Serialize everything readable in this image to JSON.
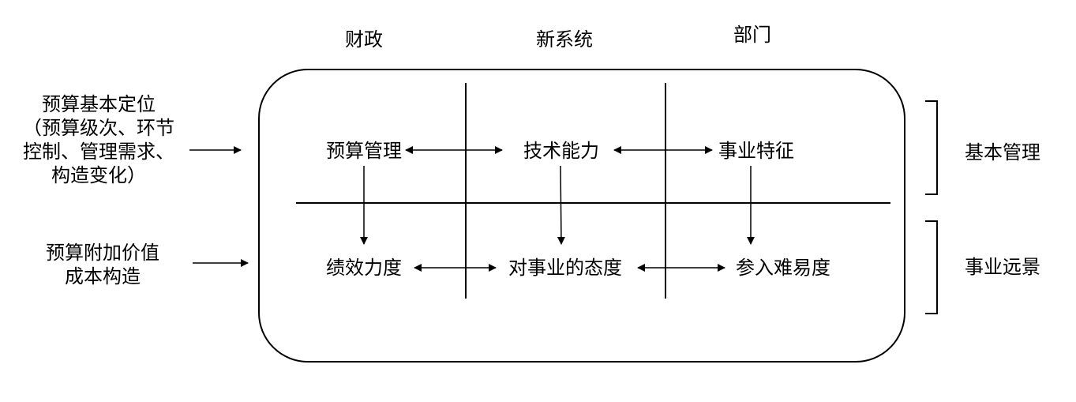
{
  "columns": [
    "财政",
    "新系统",
    "部门"
  ],
  "rows": [
    "基本管理",
    "事业远景"
  ],
  "cells": {
    "top": [
      "预算管理",
      "技术能力",
      "事业特征"
    ],
    "bottom": [
      "绩效力度",
      "对事业的态度",
      "参入难易度"
    ]
  },
  "inputs": {
    "first": [
      "预算基本定位",
      "（预算级次、环节",
      "控制、管理需求、",
      "构造变化）"
    ],
    "second": [
      "预算附加价值",
      "成本构造"
    ]
  }
}
